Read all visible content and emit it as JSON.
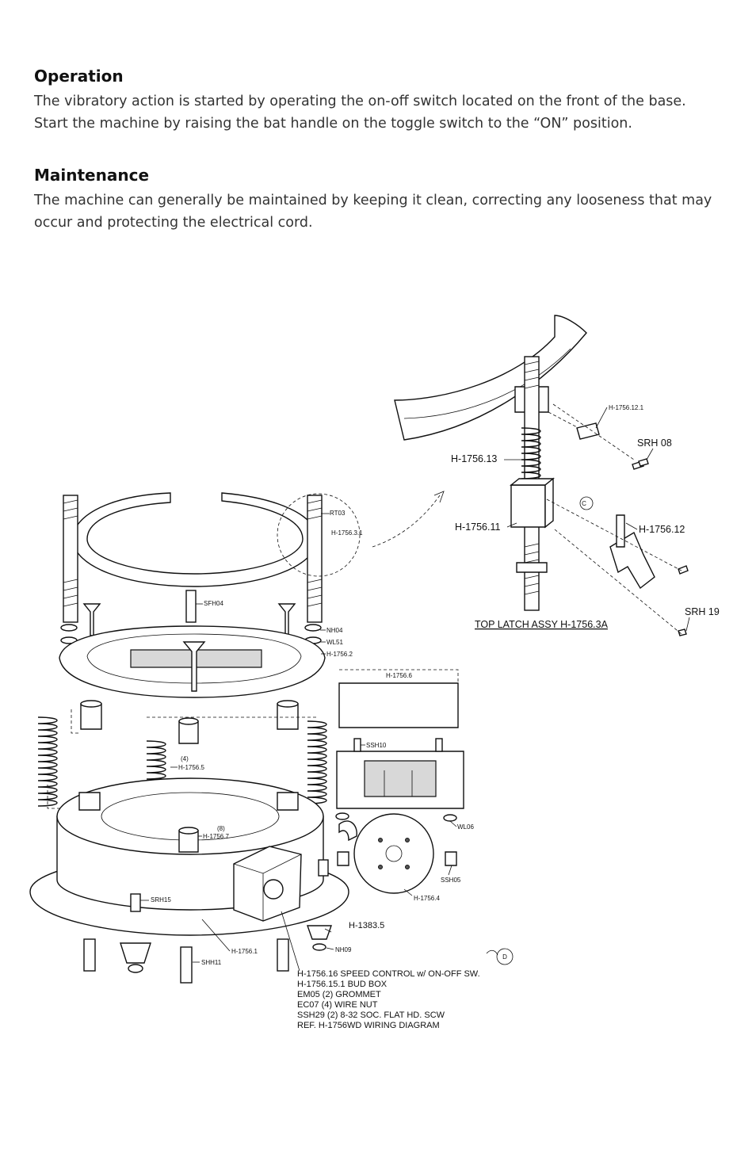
{
  "sections": [
    {
      "heading": "Operation",
      "body": "The vibratory action is started by operating the on-off switch located on the front of the base. Start the machine by raising the bat handle on the toggle switch to the “ON” position."
    },
    {
      "heading": "Maintenance",
      "body": "The machine can generally be maintained by keeping it clean, correcting any looseness that may occur and protecting the electrical cord."
    }
  ],
  "diagram": {
    "labels": {
      "h1756_12_1": "H-1756.12.1",
      "srh08": "SRH 08",
      "h1756_13": "H-1756.13",
      "h1756_11": "H-1756.11",
      "h1756_12": "H-1756.12",
      "top_latch": "TOP LATCH ASSY H-1756.3A",
      "srh19": "SRH 19",
      "rt03": "RT03",
      "h1756_3_1": "H-1756.3.1",
      "sfh04": "SFH04",
      "nh04": "NH04",
      "wl51": "WL51",
      "h1756_2": "H-1756.2",
      "h1756_6": "H-1756.6",
      "ssh10": "SSH10",
      "qty4": "(4)",
      "h1756_5": "H-1756.5",
      "qty8": "(8)",
      "h1756_7": "H-1756.7",
      "wl06": "WL06",
      "ssh05": "SSH05",
      "h1756_4": "H-1756.4",
      "srh15": "SRH15",
      "h1383_5": "H-1383.5",
      "nh09": "NH09",
      "h1756_1": "H-1756.1",
      "shh11": "SHH11",
      "callout_c": "C",
      "callout_d": "D"
    },
    "notes": [
      "H-1756.16  SPEED CONTROL w/ ON-OFF SW.",
      "H-1756.15.1 BUD BOX",
      "EM05 (2) GROMMET",
      "EC07 (4)  WIRE NUT",
      "SSH29 (2)   8-32 SOC. FLAT HD. SCW",
      "REF. H-1756WD WIRING DIAGRAM"
    ]
  }
}
